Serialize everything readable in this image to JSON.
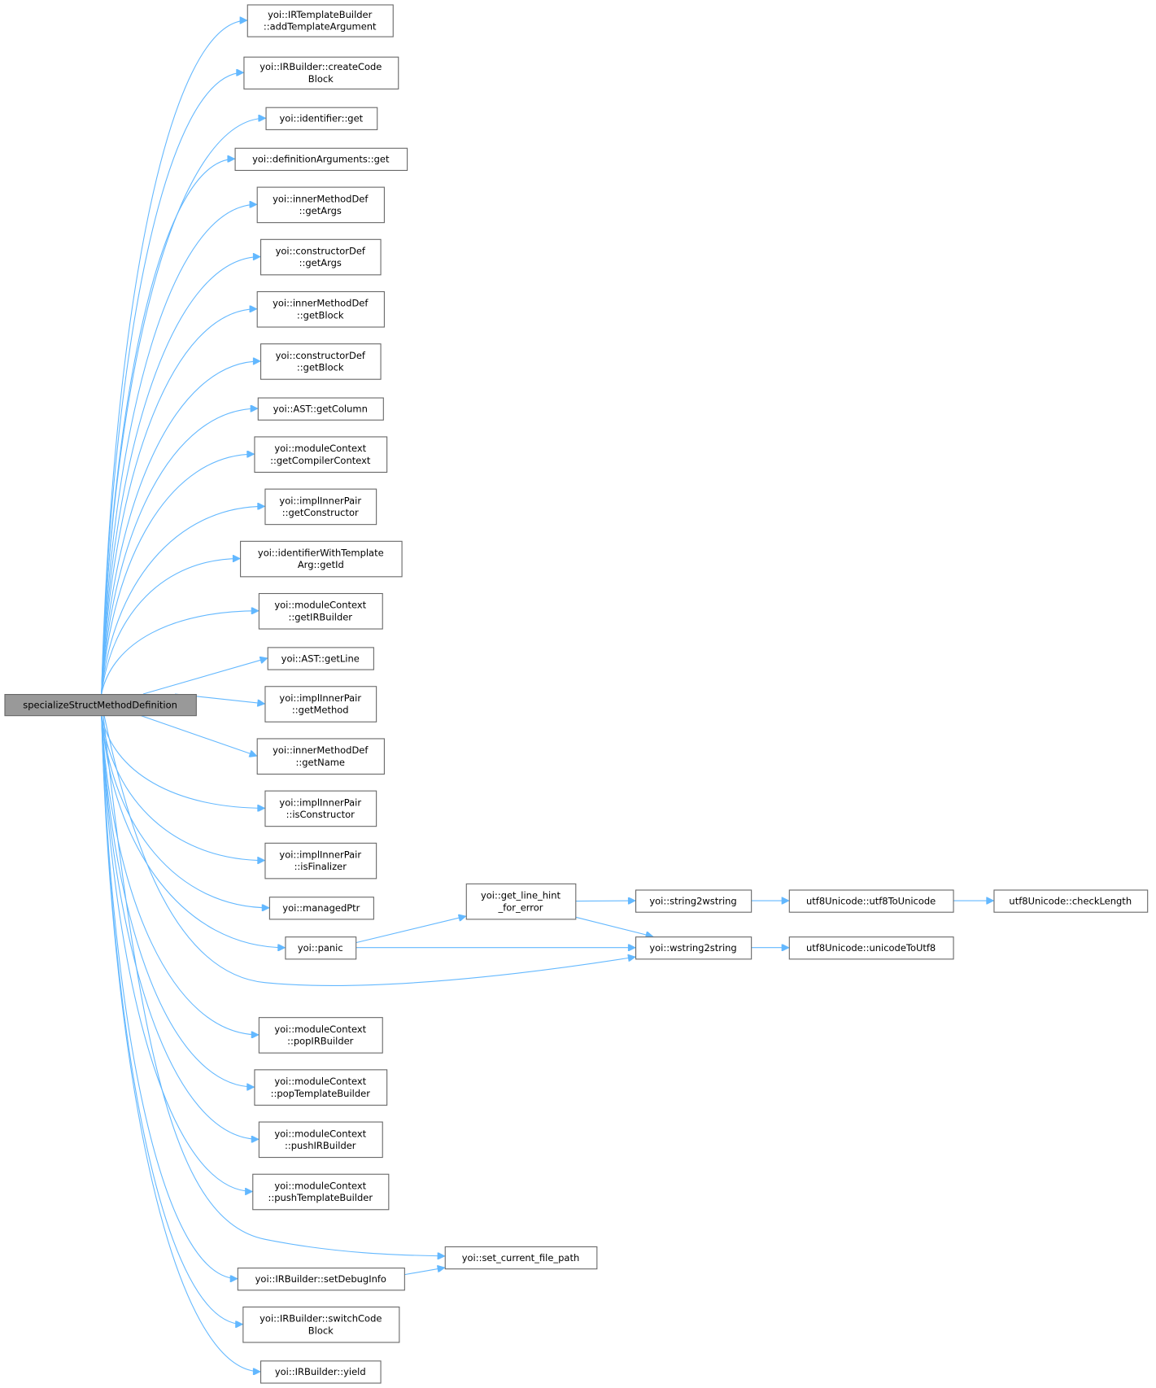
{
  "graph": {
    "type": "call-graph",
    "edge_color": "#63b8ff",
    "main_node_fill": "#999999",
    "node_border": "#666666",
    "nodes": [
      {
        "id": "main",
        "lines": [
          "specializeStructMethodDefinition"
        ]
      },
      {
        "id": "addTemplateArgument",
        "lines": [
          "yoi::IRTemplateBuilder",
          "::addTemplateArgument"
        ]
      },
      {
        "id": "createCodeBlock",
        "lines": [
          "yoi::IRBuilder::createCode",
          "Block"
        ]
      },
      {
        "id": "identifierGet",
        "lines": [
          "yoi::identifier::get"
        ]
      },
      {
        "id": "definitionArgumentsGet",
        "lines": [
          "yoi::definitionArguments::get"
        ]
      },
      {
        "id": "innerGetArgs",
        "lines": [
          "yoi::innerMethodDef",
          "::getArgs"
        ]
      },
      {
        "id": "ctorGetArgs",
        "lines": [
          "yoi::constructorDef",
          "::getArgs"
        ]
      },
      {
        "id": "innerGetBlock",
        "lines": [
          "yoi::innerMethodDef",
          "::getBlock"
        ]
      },
      {
        "id": "ctorGetBlock",
        "lines": [
          "yoi::constructorDef",
          "::getBlock"
        ]
      },
      {
        "id": "getColumn",
        "lines": [
          "yoi::AST::getColumn"
        ]
      },
      {
        "id": "getCompilerContext",
        "lines": [
          "yoi::moduleContext",
          "::getCompilerContext"
        ]
      },
      {
        "id": "getConstructor",
        "lines": [
          "yoi::implInnerPair",
          "::getConstructor"
        ]
      },
      {
        "id": "getId",
        "lines": [
          "yoi::identifierWithTemplate",
          "Arg::getId"
        ]
      },
      {
        "id": "getIRBuilder",
        "lines": [
          "yoi::moduleContext",
          "::getIRBuilder"
        ]
      },
      {
        "id": "getLine",
        "lines": [
          "yoi::AST::getLine"
        ]
      },
      {
        "id": "getMethod",
        "lines": [
          "yoi::implInnerPair",
          "::getMethod"
        ]
      },
      {
        "id": "getName",
        "lines": [
          "yoi::innerMethodDef",
          "::getName"
        ]
      },
      {
        "id": "isConstructor",
        "lines": [
          "yoi::implInnerPair",
          "::isConstructor"
        ]
      },
      {
        "id": "isFinalizer",
        "lines": [
          "yoi::implInnerPair",
          "::isFinalizer"
        ]
      },
      {
        "id": "managedPtr",
        "lines": [
          "yoi::managedPtr"
        ]
      },
      {
        "id": "panic",
        "lines": [
          "yoi::panic"
        ]
      },
      {
        "id": "popIRBuilder",
        "lines": [
          "yoi::moduleContext",
          "::popIRBuilder"
        ]
      },
      {
        "id": "popTemplateBuilder",
        "lines": [
          "yoi::moduleContext",
          "::popTemplateBuilder"
        ]
      },
      {
        "id": "pushIRBuilder",
        "lines": [
          "yoi::moduleContext",
          "::pushIRBuilder"
        ]
      },
      {
        "id": "pushTemplateBuilder",
        "lines": [
          "yoi::moduleContext",
          "::pushTemplateBuilder"
        ]
      },
      {
        "id": "setCurrentFilePath",
        "lines": [
          "yoi::set_current_file_path"
        ]
      },
      {
        "id": "setDebugInfo",
        "lines": [
          "yoi::IRBuilder::setDebugInfo"
        ]
      },
      {
        "id": "switchCodeBlock",
        "lines": [
          "yoi::IRBuilder::switchCode",
          "Block"
        ]
      },
      {
        "id": "yield",
        "lines": [
          "yoi::IRBuilder::yield"
        ]
      },
      {
        "id": "getLineHint",
        "lines": [
          "yoi::get_line_hint",
          "_for_error"
        ]
      },
      {
        "id": "string2wstring",
        "lines": [
          "yoi::string2wstring"
        ]
      },
      {
        "id": "wstring2string",
        "lines": [
          "yoi::wstring2string"
        ]
      },
      {
        "id": "utf8ToUnicode",
        "lines": [
          "utf8Unicode::utf8ToUnicode"
        ]
      },
      {
        "id": "checkLength",
        "lines": [
          "utf8Unicode::checkLength"
        ]
      },
      {
        "id": "unicodeToUtf8",
        "lines": [
          "utf8Unicode::unicodeToUtf8"
        ]
      }
    ],
    "edges": [
      [
        "main",
        "addTemplateArgument"
      ],
      [
        "main",
        "createCodeBlock"
      ],
      [
        "main",
        "identifierGet"
      ],
      [
        "main",
        "definitionArgumentsGet"
      ],
      [
        "main",
        "innerGetArgs"
      ],
      [
        "main",
        "ctorGetArgs"
      ],
      [
        "main",
        "innerGetBlock"
      ],
      [
        "main",
        "ctorGetBlock"
      ],
      [
        "main",
        "getColumn"
      ],
      [
        "main",
        "getCompilerContext"
      ],
      [
        "main",
        "getConstructor"
      ],
      [
        "main",
        "getId"
      ],
      [
        "main",
        "getIRBuilder"
      ],
      [
        "main",
        "getLine"
      ],
      [
        "main",
        "getMethod"
      ],
      [
        "main",
        "getName"
      ],
      [
        "main",
        "isConstructor"
      ],
      [
        "main",
        "isFinalizer"
      ],
      [
        "main",
        "managedPtr"
      ],
      [
        "main",
        "panic"
      ],
      [
        "main",
        "wstring2string"
      ],
      [
        "main",
        "popIRBuilder"
      ],
      [
        "main",
        "popTemplateBuilder"
      ],
      [
        "main",
        "pushIRBuilder"
      ],
      [
        "main",
        "pushTemplateBuilder"
      ],
      [
        "main",
        "setCurrentFilePath"
      ],
      [
        "main",
        "setDebugInfo"
      ],
      [
        "main",
        "switchCodeBlock"
      ],
      [
        "main",
        "yield"
      ],
      [
        "panic",
        "getLineHint"
      ],
      [
        "panic",
        "wstring2string"
      ],
      [
        "getLineHint",
        "string2wstring"
      ],
      [
        "getLineHint",
        "wstring2string"
      ],
      [
        "string2wstring",
        "utf8ToUnicode"
      ],
      [
        "utf8ToUnicode",
        "checkLength"
      ],
      [
        "wstring2string",
        "unicodeToUtf8"
      ],
      [
        "setDebugInfo",
        "setCurrentFilePath"
      ]
    ]
  }
}
